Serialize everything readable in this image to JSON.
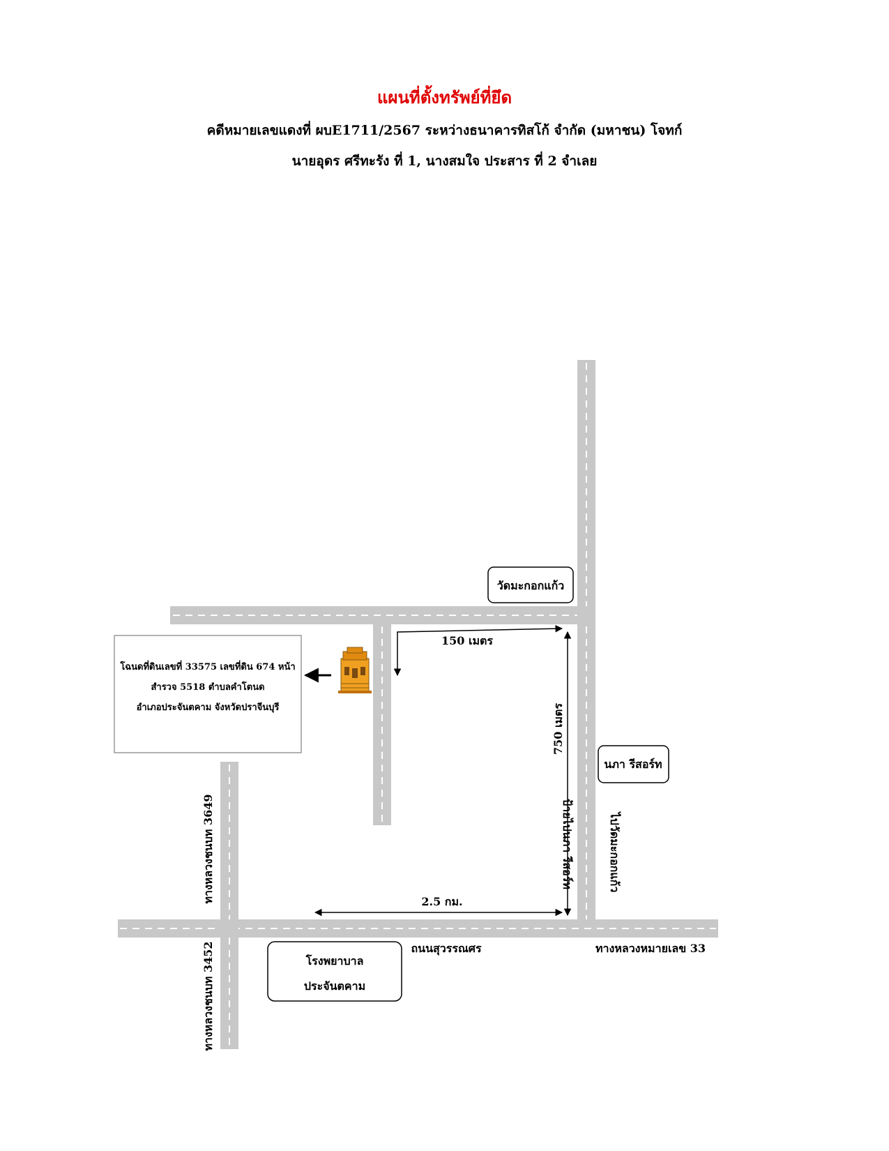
{
  "header": {
    "title": "แผนที่ตั้งทรัพย์ที่ยึด",
    "line1": "คดีหมายเลขแดงที่ ผบE1711/2567 ระหว่างธนาคารทิสโก้ จำกัด (มหาชน) โจทก์",
    "line2": "นายอุดร  ศรีทะรัง ที่ 1, นางสมใจ  ประสาร ที่ 2 จำเลย"
  },
  "map": {
    "deed_box": {
      "line1": "โฉนดที่ดินเลขที่ 33575 เลขที่ดิน 674 หน้า",
      "line2": "สำรวจ 5518 ตำบลคำโตนด",
      "line3": "อำเภอประจันตคาม จังหวัดปราจีนบุรี"
    },
    "landmarks": {
      "temple": "วัดมะกอกแก้ว",
      "resort": "นภา รีสอร์ท",
      "hospital_line1": "โรงพยาบาล",
      "hospital_line2": "ประจันตคาม"
    },
    "distances": {
      "d150": "150 เมตร",
      "d750": "750 เมตร",
      "d25": "2.5 กม."
    },
    "road_labels": {
      "resort_sign": "ป้ายไปนภา รีสอร์ท",
      "to_temple": "ไปวัดมะกอกแก้ว",
      "rural_3649": "ทางหลวงชนบท 3649",
      "rural_3452": "ทางหลวงชนบท 3452",
      "suwannason": "ถนนสุวรรณศร",
      "highway_33": "ทางหลวงหมายเลข 33"
    },
    "colors": {
      "road": "#c8c8c8",
      "road_center": "#ffffff",
      "title_red": "#e00000",
      "house": "#f0a020"
    }
  }
}
